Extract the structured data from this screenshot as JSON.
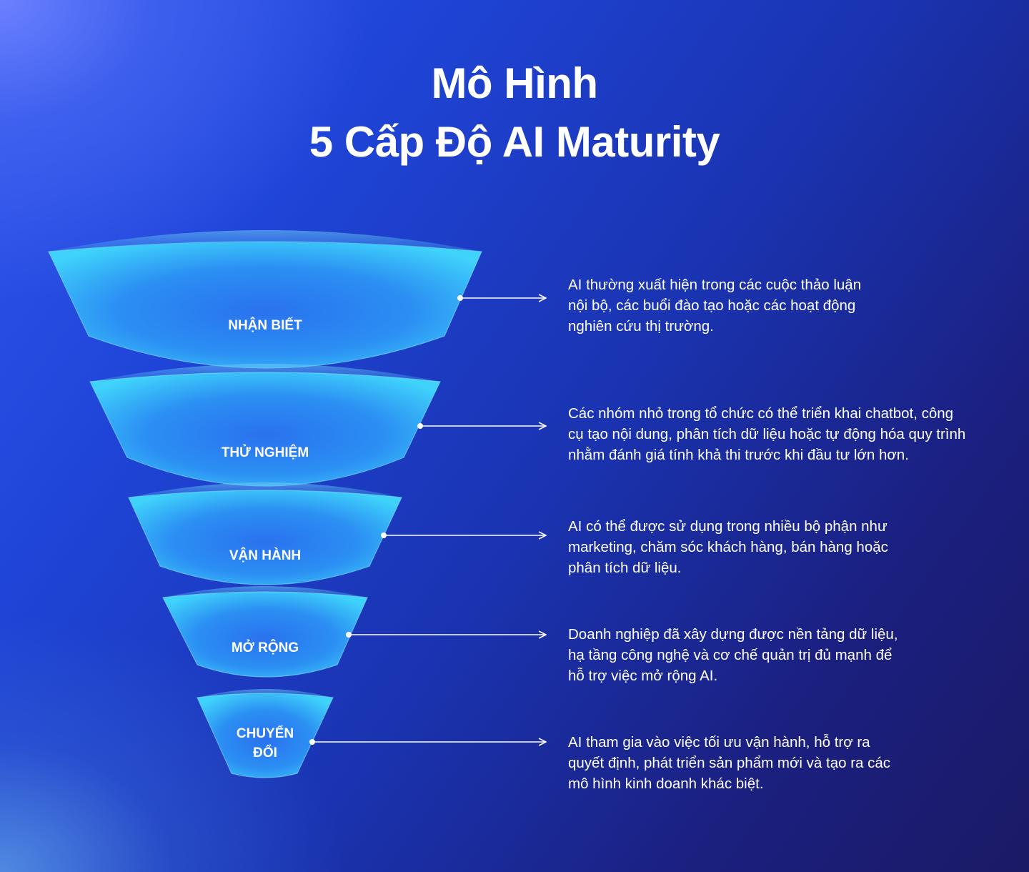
{
  "title": {
    "line1": "Mô Hình",
    "line2": "5 Cấp Độ AI Maturity"
  },
  "levels": [
    {
      "label": "NHẬN BIẾT",
      "description": "AI thường xuất hiện trong các cuộc thảo luận\nnội bộ, các buổi đào tạo hoặc các hoạt động\nnghiên cứu thị trường."
    },
    {
      "label": "THỬ NGHIỆM",
      "description": "Các nhóm nhỏ trong tổ chức có thể triển khai chatbot, công\ncụ tạo nội dung, phân tích dữ liệu hoặc tự động hóa quy trình\nnhằm đánh giá tính khả thi trước khi đầu tư lớn hơn."
    },
    {
      "label": "VẬN HÀNH",
      "description": "AI có thể được sử dụng trong nhiều bộ phận như\nmarketing, chăm sóc khách hàng, bán hàng hoặc\nphân tích dữ liệu."
    },
    {
      "label": "MỞ RỘNG",
      "description": "Doanh nghiệp đã xây dựng được nền tảng dữ liệu,\nhạ tầng công nghệ và cơ chế quản trị đủ mạnh để\nhỗ trợ việc mở rộng AI."
    },
    {
      "label_lines": [
        "CHUYỂN",
        "ĐỔI"
      ],
      "description": "AI tham gia vào việc tối ưu vận hành, hỗ trợ ra\nquyết định, phát triển sản phẩm mới và tạo ra các\nmô hình kinh doanh khác biệt."
    }
  ],
  "colors": {
    "funnel_light": "#3fd0fb",
    "funnel_dark": "#2a7ff2",
    "rim": "#5cc4f7",
    "text": "#ffffff"
  }
}
